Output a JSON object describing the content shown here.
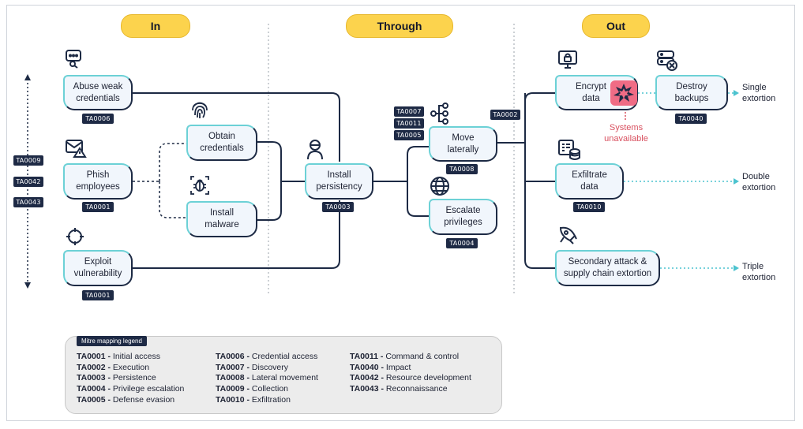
{
  "phases": {
    "in": "In",
    "through": "Through",
    "out": "Out"
  },
  "nodes": {
    "abuse": "Abuse weak\ncredentials",
    "phish": "Phish\nemployees",
    "exploit": "Exploit\nvulnerability",
    "obtain": "Obtain\ncredentials",
    "malware": "Install\nmalware",
    "persist": "Install\npersistency",
    "move": "Move\nlaterally",
    "escalate": "Escalate\nprivileges",
    "encrypt": "Encrypt\ndata",
    "destroy": "Destroy\nbackups",
    "exfil": "Exfiltrate\ndata",
    "secondary": "Secondary attack &\nsupply chain extortion"
  },
  "tags": {
    "abuse": "TA0006",
    "phish": "TA0001",
    "exploit": "TA0001",
    "persist": "TA0003",
    "move": "TA0008",
    "escalate": "TA0004",
    "t0007": "TA0007",
    "t0011": "TA0011",
    "t0005": "TA0005",
    "t0002": "TA0002",
    "destroy": "TA0040",
    "exfil": "TA0010",
    "left1": "TA0009",
    "left2": "TA0042",
    "left3": "TA0043"
  },
  "outcomes": {
    "single": "Single\nextortion",
    "double": "Double\nextortion",
    "triple": "Triple\nextortion",
    "systems": "Systems\nunavailable"
  },
  "legend": {
    "title": "Mitre mapping legend",
    "col1": [
      {
        "code": "TA0001 -",
        "label": "Initial access"
      },
      {
        "code": "TA0002 -",
        "label": "Execution"
      },
      {
        "code": "TA0003 -",
        "label": "Persistence"
      },
      {
        "code": "TA0004 -",
        "label": "Privilege escalation"
      },
      {
        "code": "TA0005 -",
        "label": "Defense evasion"
      }
    ],
    "col2": [
      {
        "code": "TA0006 -",
        "label": "Credential access"
      },
      {
        "code": "TA0007 -",
        "label": "Discovery"
      },
      {
        "code": "TA0008 -",
        "label": "Lateral movement"
      },
      {
        "code": "TA0009 -",
        "label": "Collection"
      },
      {
        "code": "TA0010 -",
        "label": "Exfiltration"
      }
    ],
    "col3": [
      {
        "code": "TA0011 -",
        "label": "Command & control"
      },
      {
        "code": "TA0040 -",
        "label": "Impact"
      },
      {
        "code": "TA0042 -",
        "label": "Resource development"
      },
      {
        "code": "TA0043 -",
        "label": "Reconnaissance"
      }
    ]
  },
  "colors": {
    "phase": "#fcd34d",
    "node_accent": "#6cd1d6",
    "line": "#1d2a44",
    "dashed_out": "#4cc3cf",
    "alert": "#e9637a"
  },
  "icons": [
    "key-search-icon",
    "mail-warning-icon",
    "crosshair-icon",
    "fingerprint-icon",
    "bug-icon",
    "user-icon",
    "network-icon",
    "globe-icon",
    "monitor-lock-icon",
    "server-delete-icon",
    "database-list-icon",
    "rocket-icon",
    "explosion-icon"
  ]
}
